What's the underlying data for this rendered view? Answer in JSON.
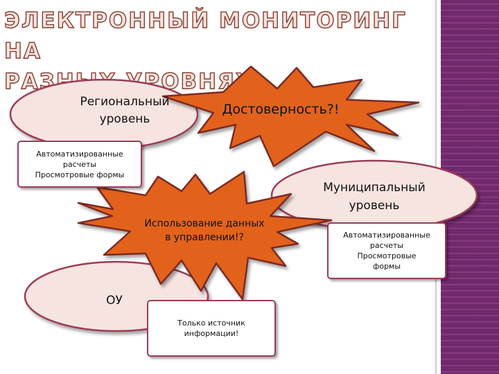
{
  "title": {
    "line1": "Электронный мониторинг на",
    "line2": "разных уровнях"
  },
  "colors": {
    "ellipse_fill": "#f6e4e0",
    "ellipse_stroke": "#9b3c57",
    "star_fill": "#e2621f",
    "star_stroke": "#7b2a24",
    "box_border": "#9b3c57",
    "band": "#7a2f74"
  },
  "regional": {
    "label_lines": [
      "Региональный",
      "уровень"
    ],
    "box_lines": [
      "Автоматизированные",
      "расчеты",
      "Просмотровые формы"
    ]
  },
  "municipal": {
    "label_lines": [
      "Муниципальный",
      "уровень"
    ],
    "box_lines": [
      "Автоматизированные",
      "расчеты",
      "Просмотровые",
      "формы"
    ]
  },
  "school": {
    "label": "ОУ",
    "box_lines": [
      "Только источник",
      "информации!"
    ]
  },
  "burst_top": {
    "label": "Достоверность?!"
  },
  "burst_mid": {
    "label_lines": [
      "Использование данных",
      "в управлении!?"
    ]
  }
}
